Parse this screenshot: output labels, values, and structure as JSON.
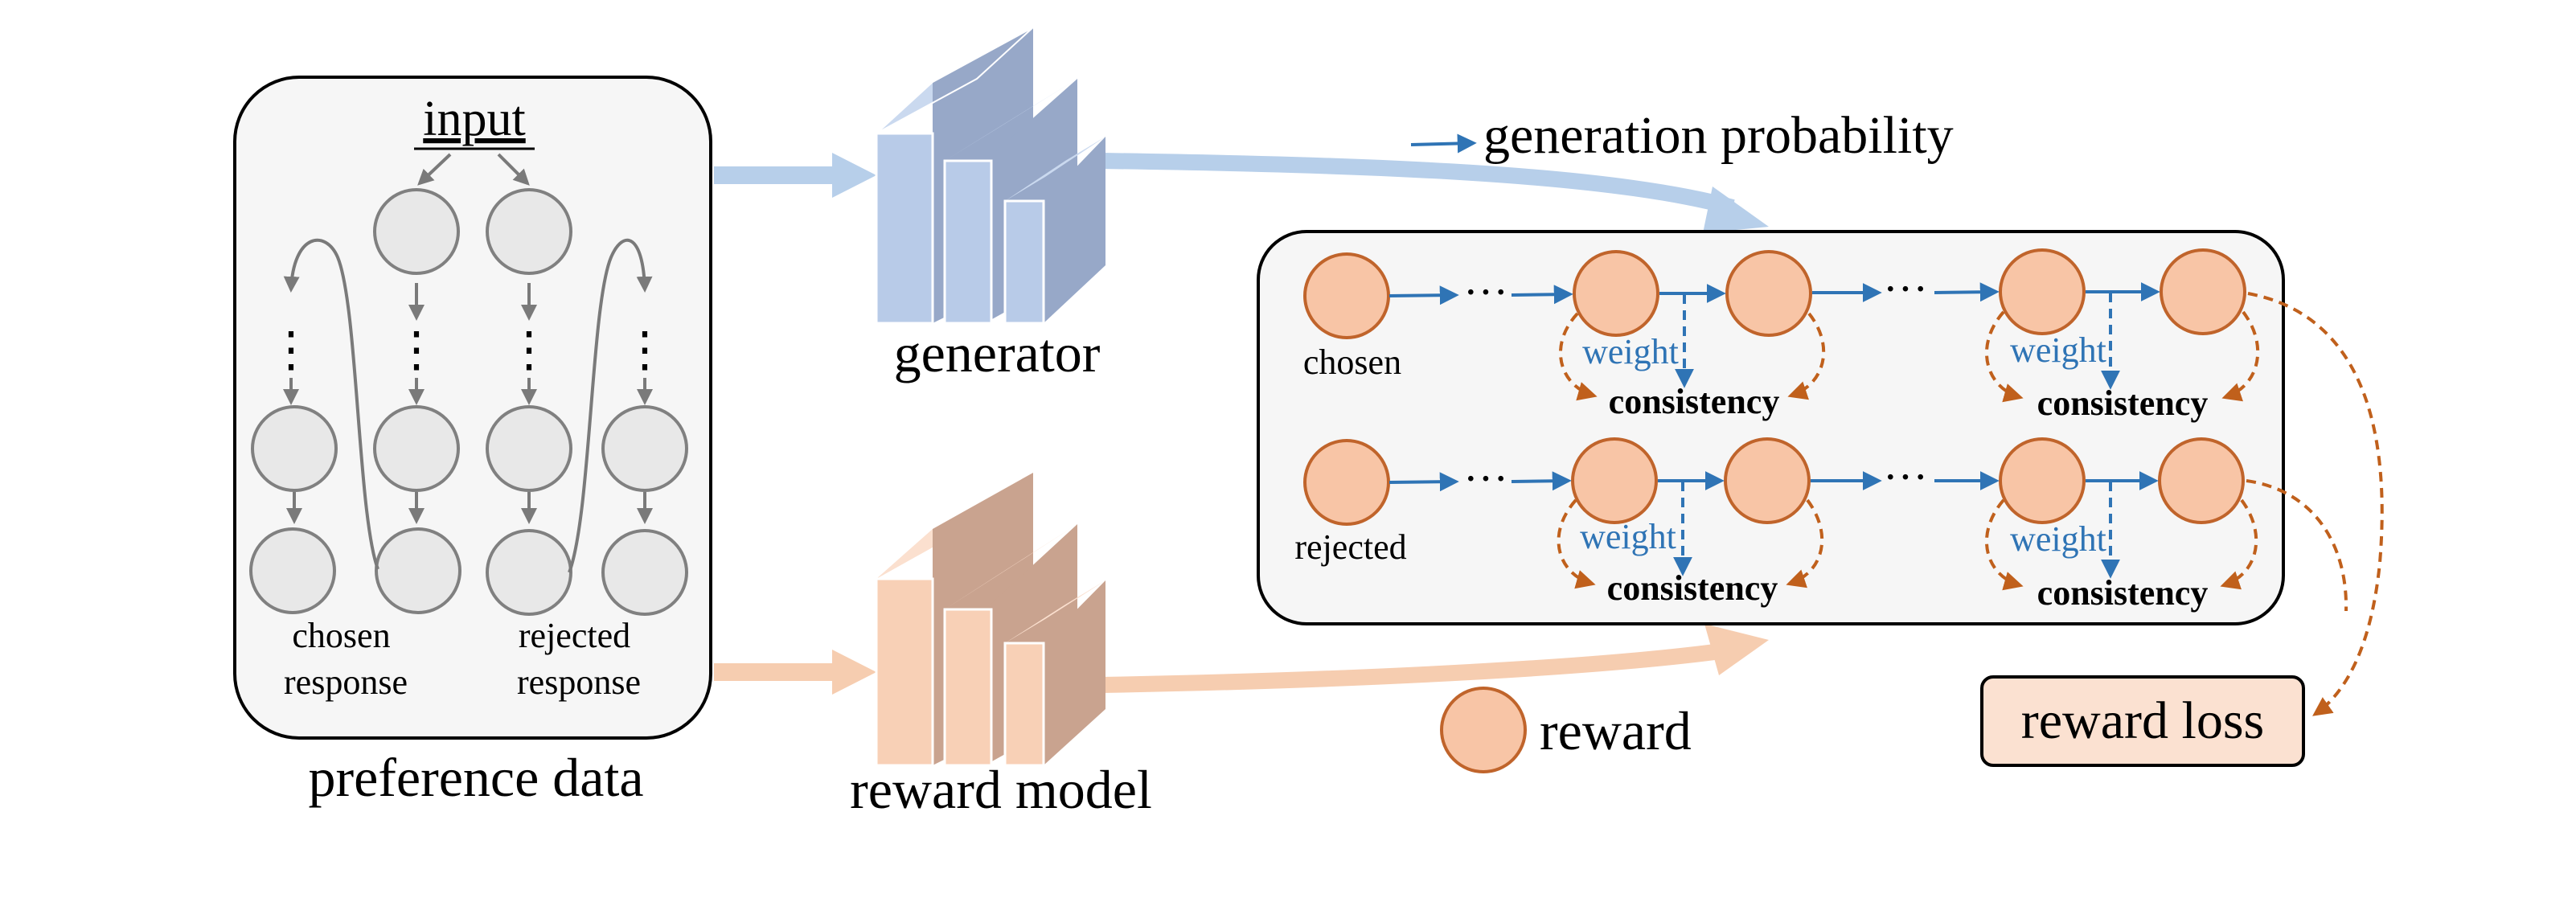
{
  "preference_data": {
    "input_label": "input",
    "chosen_label_line1": "chosen",
    "chosen_label_line2": "response",
    "rejected_label_line1": "rejected",
    "rejected_label_line2": "response",
    "caption": "preference data",
    "dots": "⋮"
  },
  "generator": {
    "label": "generator"
  },
  "reward_model": {
    "label": "reward model"
  },
  "legend": {
    "generation_probability": "generation probability",
    "reward": "reward"
  },
  "sequence_panel": {
    "chosen_label": "chosen",
    "rejected_label": "rejected",
    "ellipsis": "···",
    "weight_label": "weight",
    "consistency_label": "consistency"
  },
  "reward_loss": {
    "label": "reward loss"
  },
  "colors": {
    "node_gray_fill": "#e8e8e8",
    "node_gray_stroke": "#808080",
    "arrow_gray": "#7a7a7a",
    "panel_fill": "#f6f6f6",
    "blue_flow": "#b7cfea",
    "blue_block_front": "#b8cbe8",
    "blue_block_side": "#97a8c8",
    "blue_block_top": "#cad9ef",
    "orange_flow": "#f6cdb0",
    "orange_block_front": "#f8d0b6",
    "orange_block_side": "#c9a38f",
    "orange_block_top": "#fbe0cf",
    "reward_node_fill": "#f8c5a6",
    "reward_node_stroke": "#c0642b",
    "arrow_blue": "#2f74b5",
    "text_blue": "#2f74b5",
    "arrow_orange": "#c0601c",
    "reward_loss_fill": "#fbe1d1"
  }
}
